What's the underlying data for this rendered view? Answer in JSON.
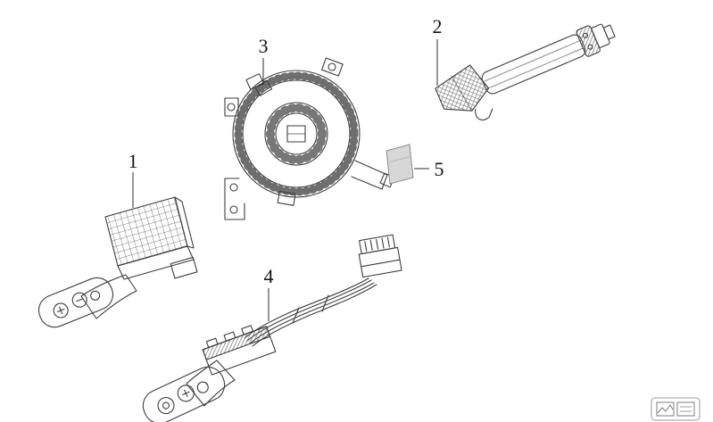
{
  "diagram": {
    "background": "#ffffff",
    "line_color": "#3d3d3d",
    "part5_fill": "#d7d7d7"
  },
  "callouts": {
    "c1": {
      "label": "1"
    },
    "c2": {
      "label": "2"
    },
    "c3": {
      "label": "3"
    },
    "c4": {
      "label": "4"
    },
    "c5": {
      "label": "5"
    }
  },
  "icons": {
    "corner": "corner-thumbnail-icon"
  }
}
